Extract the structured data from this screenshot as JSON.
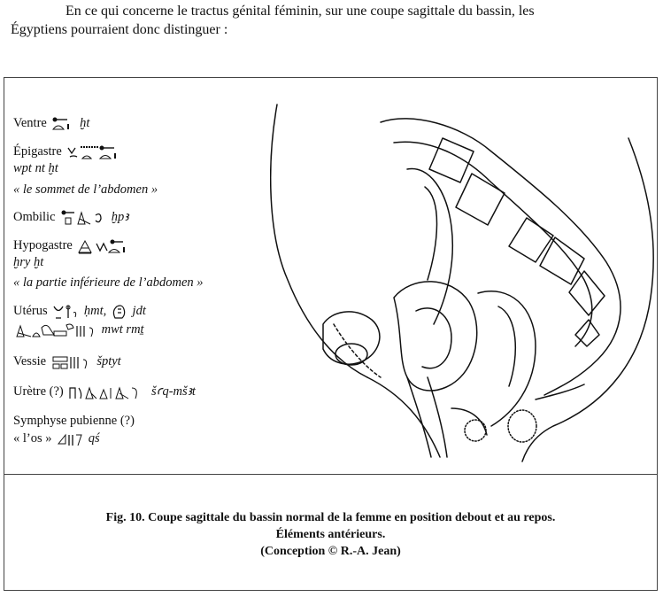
{
  "intro": {
    "line1": "En ce qui concerne le tractus génital féminin, sur une coupe sagittale du bassin, les",
    "line2": "Égyptiens pourraient donc distinguer :"
  },
  "entries": [
    {
      "label": "Ventre",
      "transliteration": "ḫt"
    },
    {
      "label": "Épigastre",
      "transliteration": "wpt nt ḫt",
      "gloss": "« le sommet de l’abdomen »"
    },
    {
      "label": "Ombilic",
      "transliteration": "ḫpꜣ"
    },
    {
      "label": "Hypogastre",
      "transliteration": "ḫry ḫt",
      "gloss": "« la partie inférieure    de l’abdomen »"
    },
    {
      "label": "Utérus",
      "transliteration": "ḥmt,",
      "transliteration2": "jdt",
      "transliteration3": "mwt rmṯ"
    },
    {
      "label": "Vessie",
      "transliteration": "šptyt"
    },
    {
      "label": "Urètre (?)",
      "transliteration": "šꜥq-mšꜣt"
    },
    {
      "label": "Symphyse pubienne (?)",
      "sub_label": "« l’os »",
      "transliteration": "qś"
    }
  ],
  "caption": {
    "line1": "Fig. 10. Coupe sagittale du bassin normal de la femme en position debout et au repos.",
    "line2": "Éléments antérieurs.",
    "line3": "(Conception © R.-A. Jean)"
  }
}
